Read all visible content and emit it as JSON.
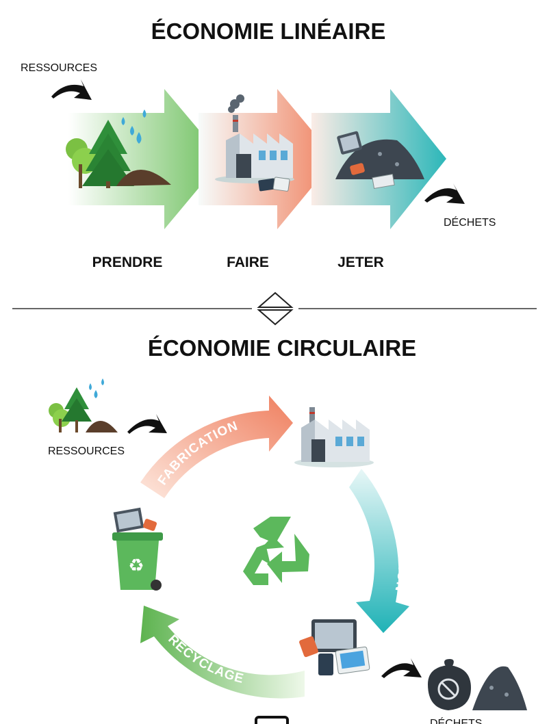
{
  "linear": {
    "title": "ÉCONOMIE LINÉAIRE",
    "input_label": "RESSOURCES",
    "output_label": "DÉCHETS",
    "steps": [
      "PRENDRE",
      "FAIRE",
      "JETER"
    ]
  },
  "circular": {
    "title": "ÉCONOMIE CIRCULAIRE",
    "input_label": "RESSOURCES",
    "output_label": "DÉCHETS",
    "arrows": [
      "FABRICATION",
      "CONSOMMATION",
      "RECYCLAGE"
    ]
  },
  "colors": {
    "green": "#5cb85c",
    "salmon": "#f08a6a",
    "teal": "#29b6b6",
    "dark": "#1a1a1a"
  }
}
